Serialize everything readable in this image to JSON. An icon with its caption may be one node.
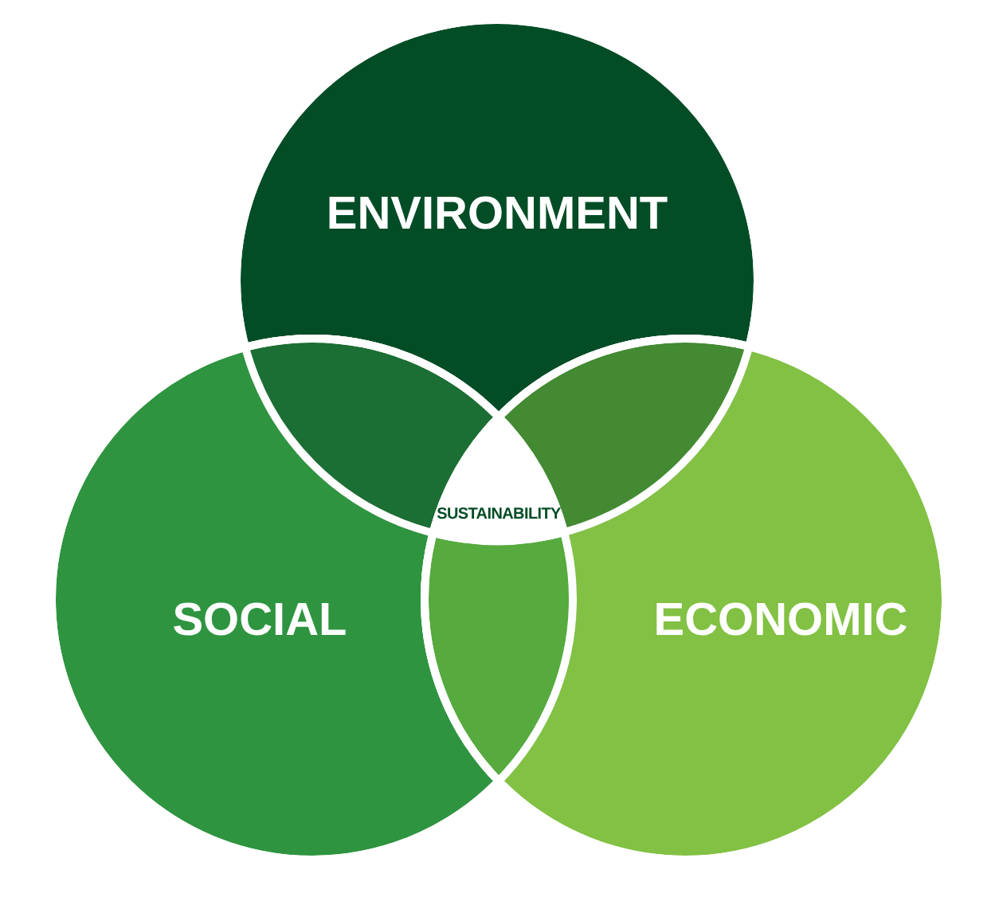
{
  "diagram": {
    "nodes": [
      {
        "text": [
          "ENVIRONMENT"
        ]
      },
      {
        "text": [
          "SOCIAL"
        ]
      },
      {
        "text": [
          "ECONOMIC"
        ]
      },
      {
        "text": [
          "SUSTAINABILITY"
        ]
      }
    ],
    "edges": []
  }
}
